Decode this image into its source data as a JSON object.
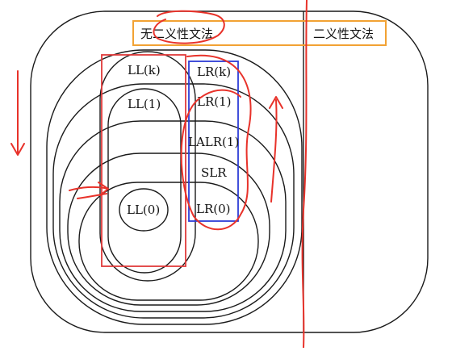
{
  "header": {
    "ambiguous_free": "无二义性文法",
    "ambiguous": "二义性文法"
  },
  "labels": {
    "llk": "LL(k)",
    "ll1": "LL(1)",
    "ll0": "LL(0)",
    "lrk": "LR(k)",
    "lr1": "LR(1)",
    "lalr1": "LALR(1)",
    "slr": "SLR",
    "lr0": "LR(0)"
  },
  "colors": {
    "header_box": "#f2a233",
    "ll_box": "#e03a3a",
    "lr_box": "#2d3cd6",
    "annotation": "#e8322a",
    "ring": "#1a1a1a"
  }
}
